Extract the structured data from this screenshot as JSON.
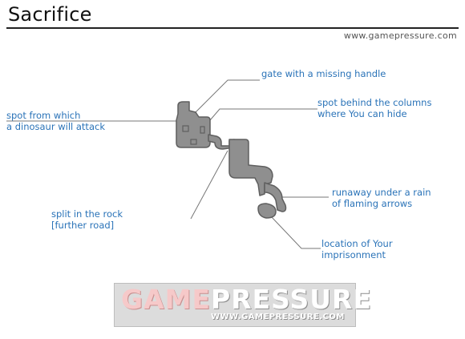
{
  "header": {
    "title": "Sacrifice",
    "site": "www.gamepressure.com"
  },
  "labels": {
    "gate": [
      "gate with a missing handle"
    ],
    "columns": [
      "spot behind the columns",
      "where You can hide"
    ],
    "dinosaur": [
      "spot from which",
      "a dinosaur will attack"
    ],
    "runaway": [
      "runaway under a rain",
      "of flaming arrows"
    ],
    "split": [
      "split in the rock",
      "[further road]"
    ],
    "imprisonment": [
      "location of Your",
      "imprisonment"
    ]
  },
  "logo": {
    "part_a": "GAME",
    "part_b": "PRESSURE",
    "sub": "WWW.GAMEPRESSURE.COM"
  },
  "colors": {
    "label": "#2a73b8",
    "map_fill": "#8f8f8f",
    "map_outline": "#5f5f5f",
    "leader_line": "#777777"
  }
}
